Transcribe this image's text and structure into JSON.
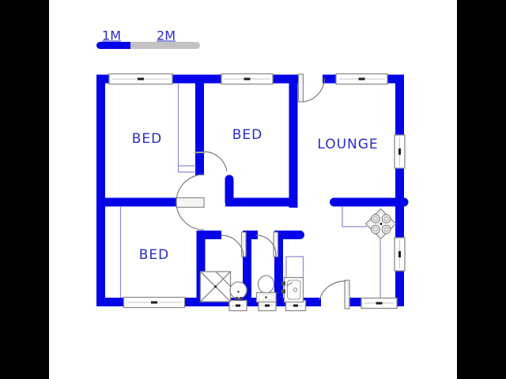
{
  "title": "house floor plan",
  "scale_bar": {
    "label_1m": "1M",
    "label_2m": "2M"
  },
  "rooms": {
    "bed1": {
      "label": "BED"
    },
    "bed2": {
      "label": "BED"
    },
    "lounge": {
      "label": "LOUNGE"
    },
    "bed3": {
      "label": "BED"
    }
  },
  "fixtures": [
    "stove-icon",
    "shower-icon",
    "basin-icon",
    "toilet-icon",
    "laundry-sink-icon",
    "wardrobe-line",
    "kitchen-counter-line"
  ],
  "colors": {
    "wall": "#0404e8",
    "label": "#2a2ac6",
    "thin": "#8a8ad0",
    "fixture": "#8c8c8c",
    "arc": "#7a7a7a",
    "scale-gray": "#c2c2c2",
    "letterbox": "#000000"
  }
}
